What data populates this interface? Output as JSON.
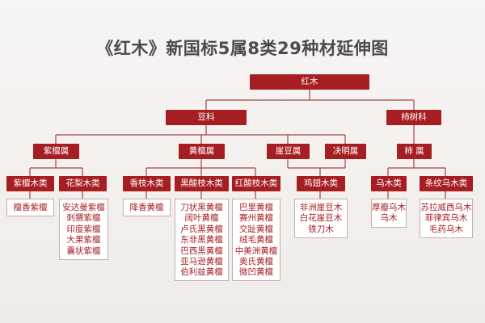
{
  "title": "《红木》新国标5属8类29种材延伸图",
  "root": "红木",
  "families": [
    "豆科",
    "柿树科"
  ],
  "genera": [
    "紫檀属",
    "黄檀属",
    "崖豆属",
    "决明属",
    "柿 属"
  ],
  "categories": [
    "紫檀木类",
    "花梨木类",
    "香枝木类",
    "黑酸枝木类",
    "红酸枝木类",
    "鸡翅木类",
    "乌木类",
    "条纹乌木类"
  ],
  "species": [
    [
      "檀香紫檀"
    ],
    [
      "安达曼紫檀",
      "刺猬紫檀",
      "印度紫檀",
      "大果紫檀",
      "囊状紫檀"
    ],
    [
      "降香黄檀"
    ],
    [
      "刀状黑黄檀",
      "阔叶黄檀",
      "卢氏黑黄檀",
      "东非黑黄檀",
      "巴西黑黄檀",
      "亚马逊黄檀",
      "伯利兹黄檀"
    ],
    [
      "巴里黄檀",
      "赛州黄檀",
      "交趾黄檀",
      "绒毛黄檀",
      "中美洲黄檀",
      "奥氏黄檀",
      "微凹黄檀"
    ],
    [
      "非洲崖豆木",
      "白花崖豆木",
      "铁刀木"
    ],
    [
      "厚瓣乌木",
      "乌木"
    ],
    [
      "苏拉威西乌木",
      "菲律宾乌木",
      "毛药乌木"
    ]
  ],
  "colors": {
    "node_fill": "#a71e22",
    "node_text": "#ffffff",
    "leaf_text": "#a71e22",
    "connector": "#a34545",
    "title_text": "#4b4b4b"
  }
}
